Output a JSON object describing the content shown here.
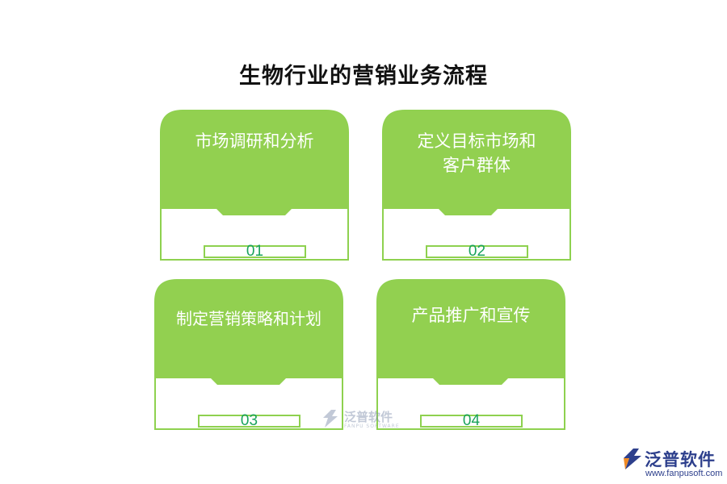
{
  "title": "生物行业的营销业务流程",
  "colors": {
    "card_green": "#92d050",
    "border_green": "#8ed14f",
    "number_green": "#1aa35c",
    "logo_blue": "#2d3f8c",
    "logo_orange": "#f08a24"
  },
  "steps": [
    {
      "lines": [
        "市场调研和分析"
      ],
      "number": "01"
    },
    {
      "lines": [
        "定义目标市场和",
        "客户群体"
      ],
      "number": "02"
    },
    {
      "lines": [
        "制定营销策略和计划"
      ],
      "number": "03"
    },
    {
      "lines": [
        "产品推广和宣传"
      ],
      "number": "04"
    }
  ],
  "watermark": {
    "name": "泛普软件",
    "sub": "FANPU SOFTWARE"
  },
  "logo": {
    "name": "泛普软件",
    "url": "www.fanpusoft.com"
  }
}
